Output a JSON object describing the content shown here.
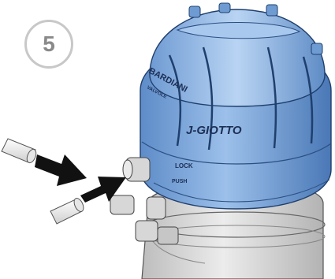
{
  "step": {
    "number": "5"
  },
  "device": {
    "brand": "BARDIANI",
    "brand_sub": "VALVOLE",
    "model": "J-GIOTTO",
    "label_lock": "LOCK",
    "label_push": "PUSH"
  },
  "colors": {
    "body_blue": "#7fa8d8",
    "body_blue_dark": "#3f6fae",
    "base_gray": "#cfcfcf",
    "arrow": "#111111",
    "badge_border": "#c8c8c8",
    "badge_text": "#8a8a8a"
  }
}
